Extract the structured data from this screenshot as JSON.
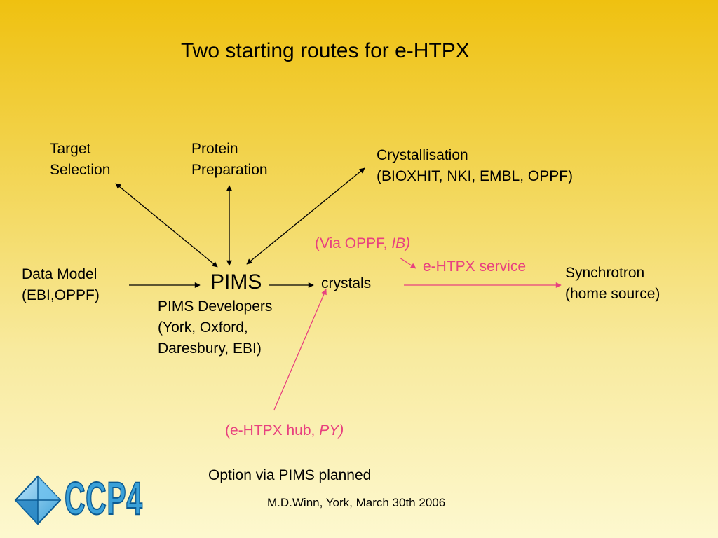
{
  "title": "Two starting routes for e-HTPX",
  "nodes": {
    "target_selection": [
      "Target",
      "Selection"
    ],
    "protein_preparation": [
      "Protein",
      "Preparation"
    ],
    "crystallisation": [
      "Crystallisation",
      "(BIOXHIT, NKI, EMBL, OPPF)"
    ],
    "data_model": [
      "Data Model",
      "(EBI,OPPF)"
    ],
    "pims": "PIMS",
    "pims_developers": [
      "PIMS Developers",
      "(York, Oxford,",
      "Daresbury, EBI)"
    ],
    "crystals": "crystals",
    "synchrotron": [
      "Synchrotron",
      "(home source)"
    ]
  },
  "annotations": {
    "via_oppf_prefix": "(Via OPPF, ",
    "via_oppf_italic": "IB)",
    "ehtpx_service": "e-HTPX service",
    "hub_prefix": "(e-HTPX hub, ",
    "hub_italic": "PY)"
  },
  "footer": {
    "option": "Option via PIMS planned",
    "credit": "M.D.Winn, York, March 30th 2006"
  },
  "logo": {
    "text": "CCP4",
    "icon": "diamond-logo-icon"
  },
  "colors": {
    "arrow_black": "#000000",
    "arrow_pink": "#e8417f",
    "logo_blue": "#3aa0d8"
  }
}
